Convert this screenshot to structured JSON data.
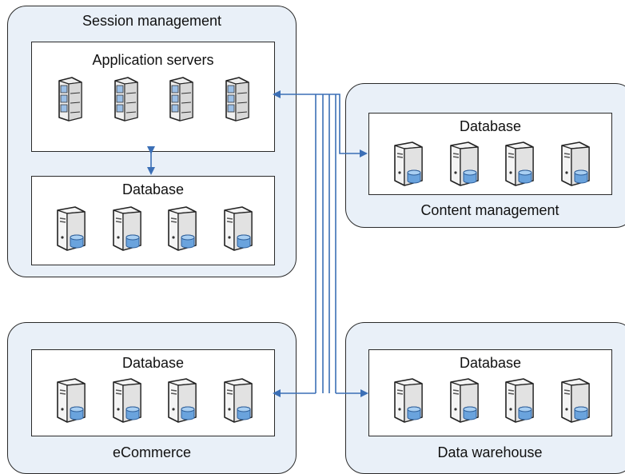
{
  "groups": {
    "session": {
      "title": "Session management",
      "app_box_title": "Application servers",
      "db_box_title": "Database"
    },
    "content": {
      "title": "Content management",
      "db_box_title": "Database"
    },
    "ecommerce": {
      "title": "eCommerce",
      "db_box_title": "Database"
    },
    "warehouse": {
      "title": "Data warehouse",
      "db_box_title": "Database"
    }
  },
  "icons": {
    "app_server": "rack-server-icon",
    "db_server": "database-server-icon"
  },
  "colors": {
    "panel_fill": "#e9f0f8",
    "connector": "#3b6fb6",
    "border": "#2a2a2a"
  }
}
